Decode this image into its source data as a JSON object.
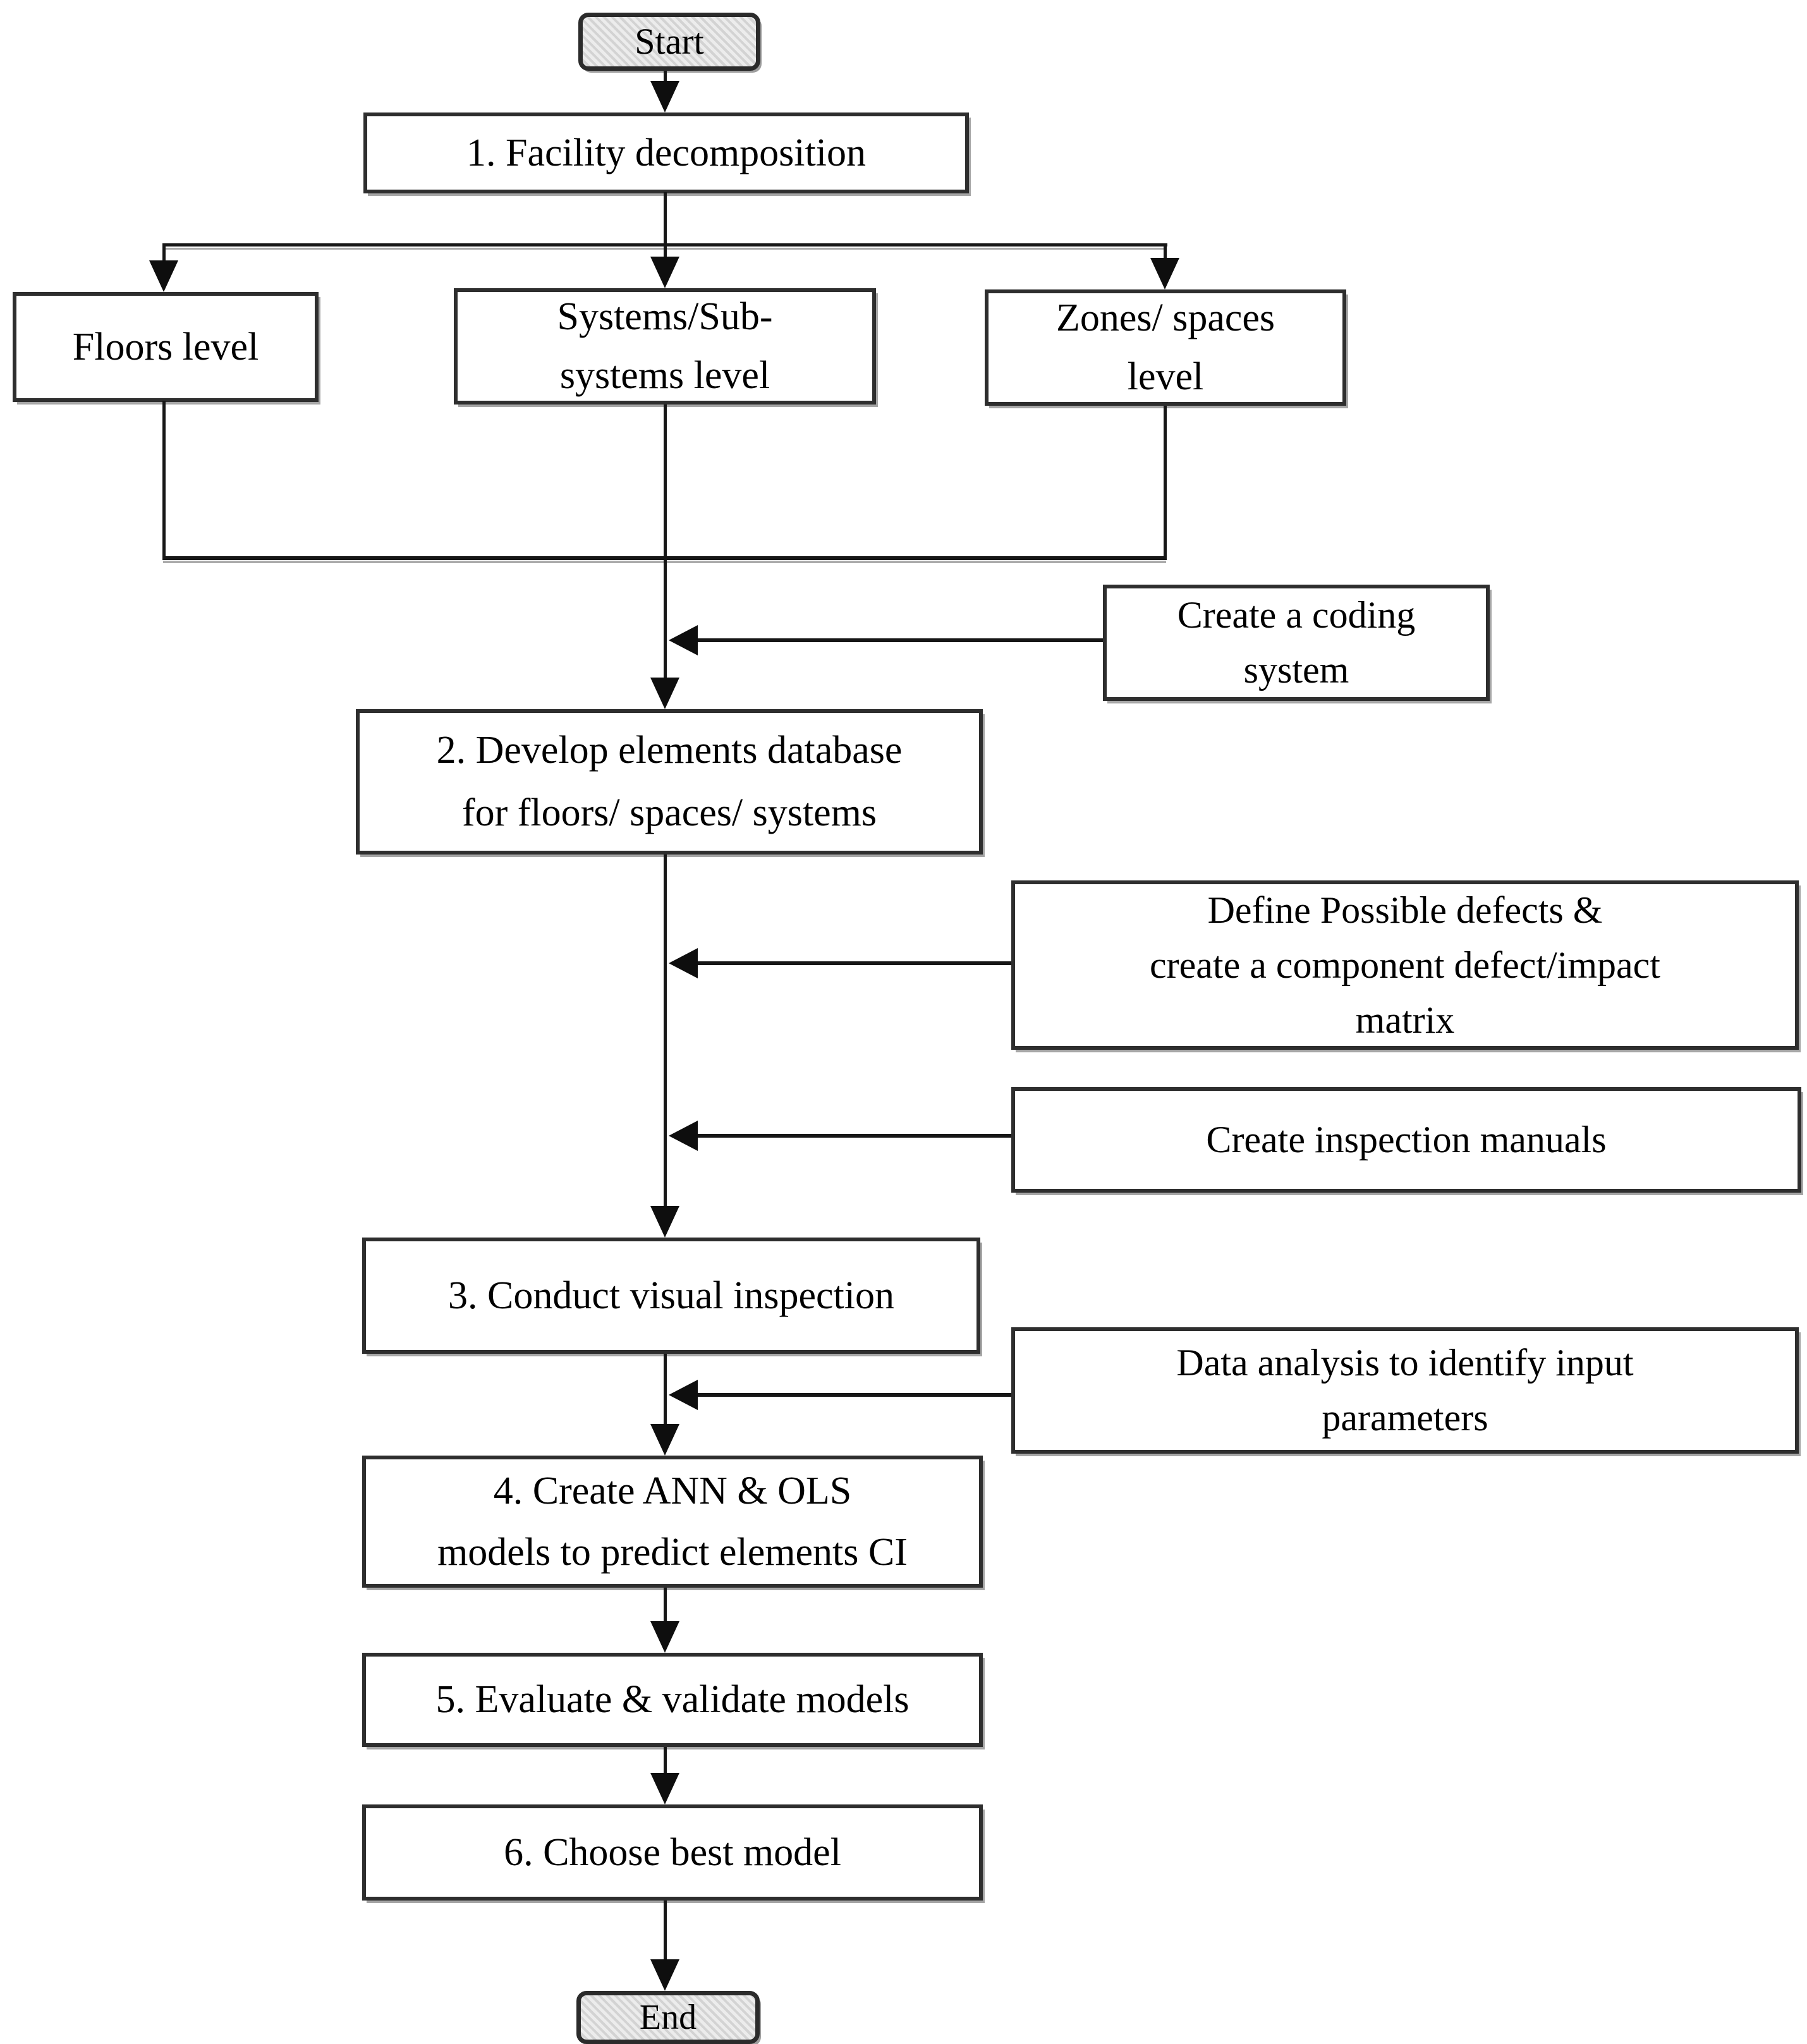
{
  "nodes": {
    "start": {
      "label": "Start"
    },
    "step1": {
      "label": "1. Facility  decomposition"
    },
    "floors": {
      "label": "Floors level"
    },
    "systems": {
      "label": "Systems/Sub-\nsystems level"
    },
    "zones": {
      "label": "Zones/ spaces\nlevel"
    },
    "coding": {
      "label": "Create a coding\nsystem"
    },
    "step2": {
      "label": "2. Develop elements database\nfor floors/ spaces/ systems"
    },
    "defects": {
      "label": "Define Possible defects &\ncreate a component defect/impact\nmatrix"
    },
    "manuals": {
      "label": "Create inspection manuals"
    },
    "step3": {
      "label": "3. Conduct visual inspection"
    },
    "analysis": {
      "label": "Data analysis to identify input\nparameters"
    },
    "step4": {
      "label": "4. Create ANN & OLS\nmodels to predict elements CI"
    },
    "step5": {
      "label": "5. Evaluate & validate models"
    },
    "step6": {
      "label": "6. Choose best model"
    },
    "end": {
      "label": "End"
    }
  },
  "edges": [
    {
      "from": "start",
      "to": "step1"
    },
    {
      "from": "step1",
      "to": "floors"
    },
    {
      "from": "step1",
      "to": "systems"
    },
    {
      "from": "step1",
      "to": "zones"
    },
    {
      "from": "floors",
      "to": "step2"
    },
    {
      "from": "systems",
      "to": "step2"
    },
    {
      "from": "zones",
      "to": "step2"
    },
    {
      "from": "coding",
      "to": "step2"
    },
    {
      "from": "defects",
      "to": "step3"
    },
    {
      "from": "manuals",
      "to": "step3"
    },
    {
      "from": "step2",
      "to": "step3"
    },
    {
      "from": "analysis",
      "to": "step4"
    },
    {
      "from": "step3",
      "to": "step4"
    },
    {
      "from": "step4",
      "to": "step5"
    },
    {
      "from": "step5",
      "to": "step6"
    },
    {
      "from": "step6",
      "to": "end"
    }
  ],
  "colors": {
    "box_border": "#2e2e2e",
    "line": "#161616",
    "terminal_fill": "#d9d9d9",
    "background": "#ffffff",
    "text": "#000000"
  }
}
